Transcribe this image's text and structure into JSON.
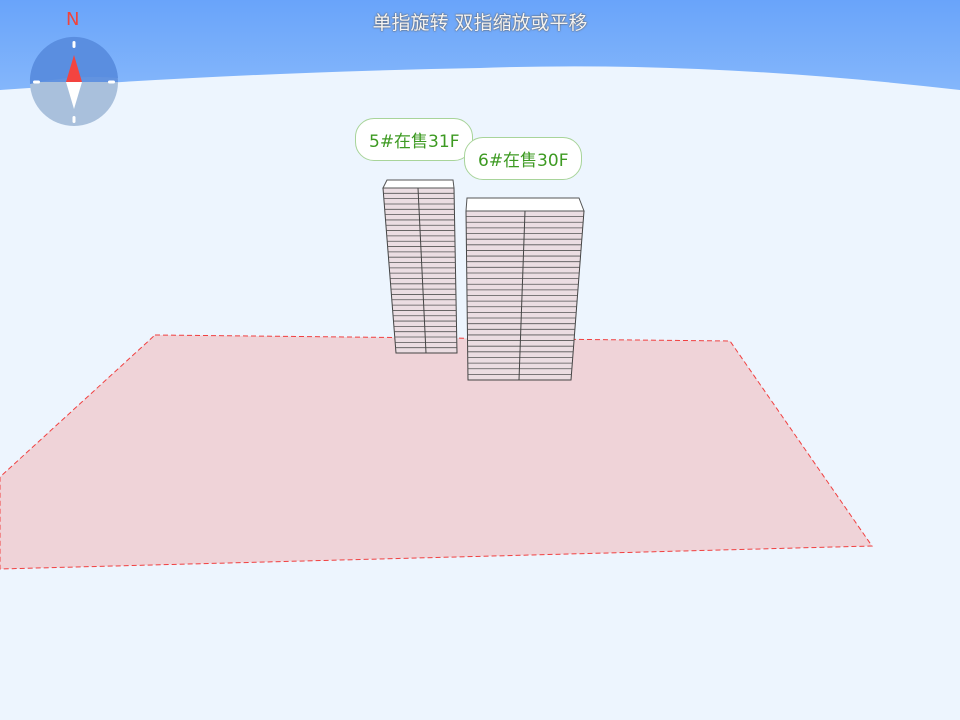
{
  "hint": "单指旋转 双指缩放或平移",
  "compass": {
    "north_label": "N"
  },
  "buildings": [
    {
      "label": "5#在售31F",
      "floors": 31
    },
    {
      "label": "6#在售30F",
      "floors": 30
    }
  ],
  "colors": {
    "sky": "#6ea8fa",
    "ground": "#edf5fe",
    "plot_fill": "#efd3d8",
    "plot_border": "#f04040",
    "label_text": "#3d9a22"
  }
}
